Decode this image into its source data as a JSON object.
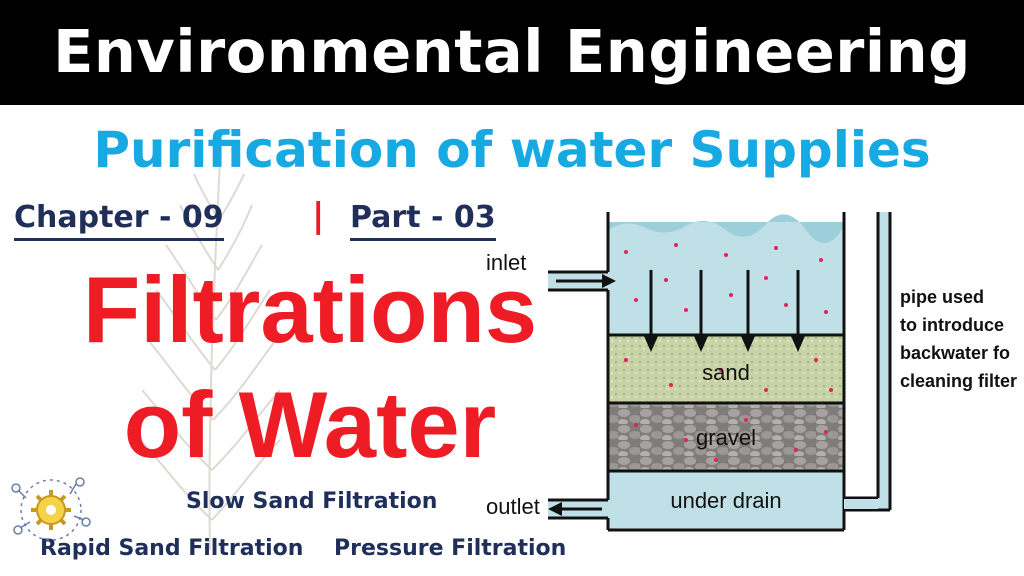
{
  "header": {
    "title": "Environmental Engineering",
    "background": "#000000"
  },
  "subtitle": {
    "text": "Purification of water Supplies",
    "color": "#17a9e1"
  },
  "chapter": {
    "chapter_label": "Chapter - 09",
    "separator": "|",
    "part_label": "Part - 03"
  },
  "title": {
    "line1": "Filtrations",
    "line2": "of Water",
    "color": "#ee1c24"
  },
  "methods": {
    "slow": "Slow Sand Filtration",
    "rapid": "Rapid Sand Filtration",
    "pressure": "Pressure Filtration"
  },
  "diagram": {
    "inlet": "inlet",
    "outlet": "outlet",
    "sand": "sand",
    "gravel": "gravel",
    "under_drain": "under drain",
    "pipe_note": [
      "pipe used",
      "to introduce",
      "backwater fo",
      "cleaning filter"
    ]
  },
  "icons": {
    "logo": "science-gear-logo-icon",
    "leaf": "feather-leaf-icon"
  }
}
